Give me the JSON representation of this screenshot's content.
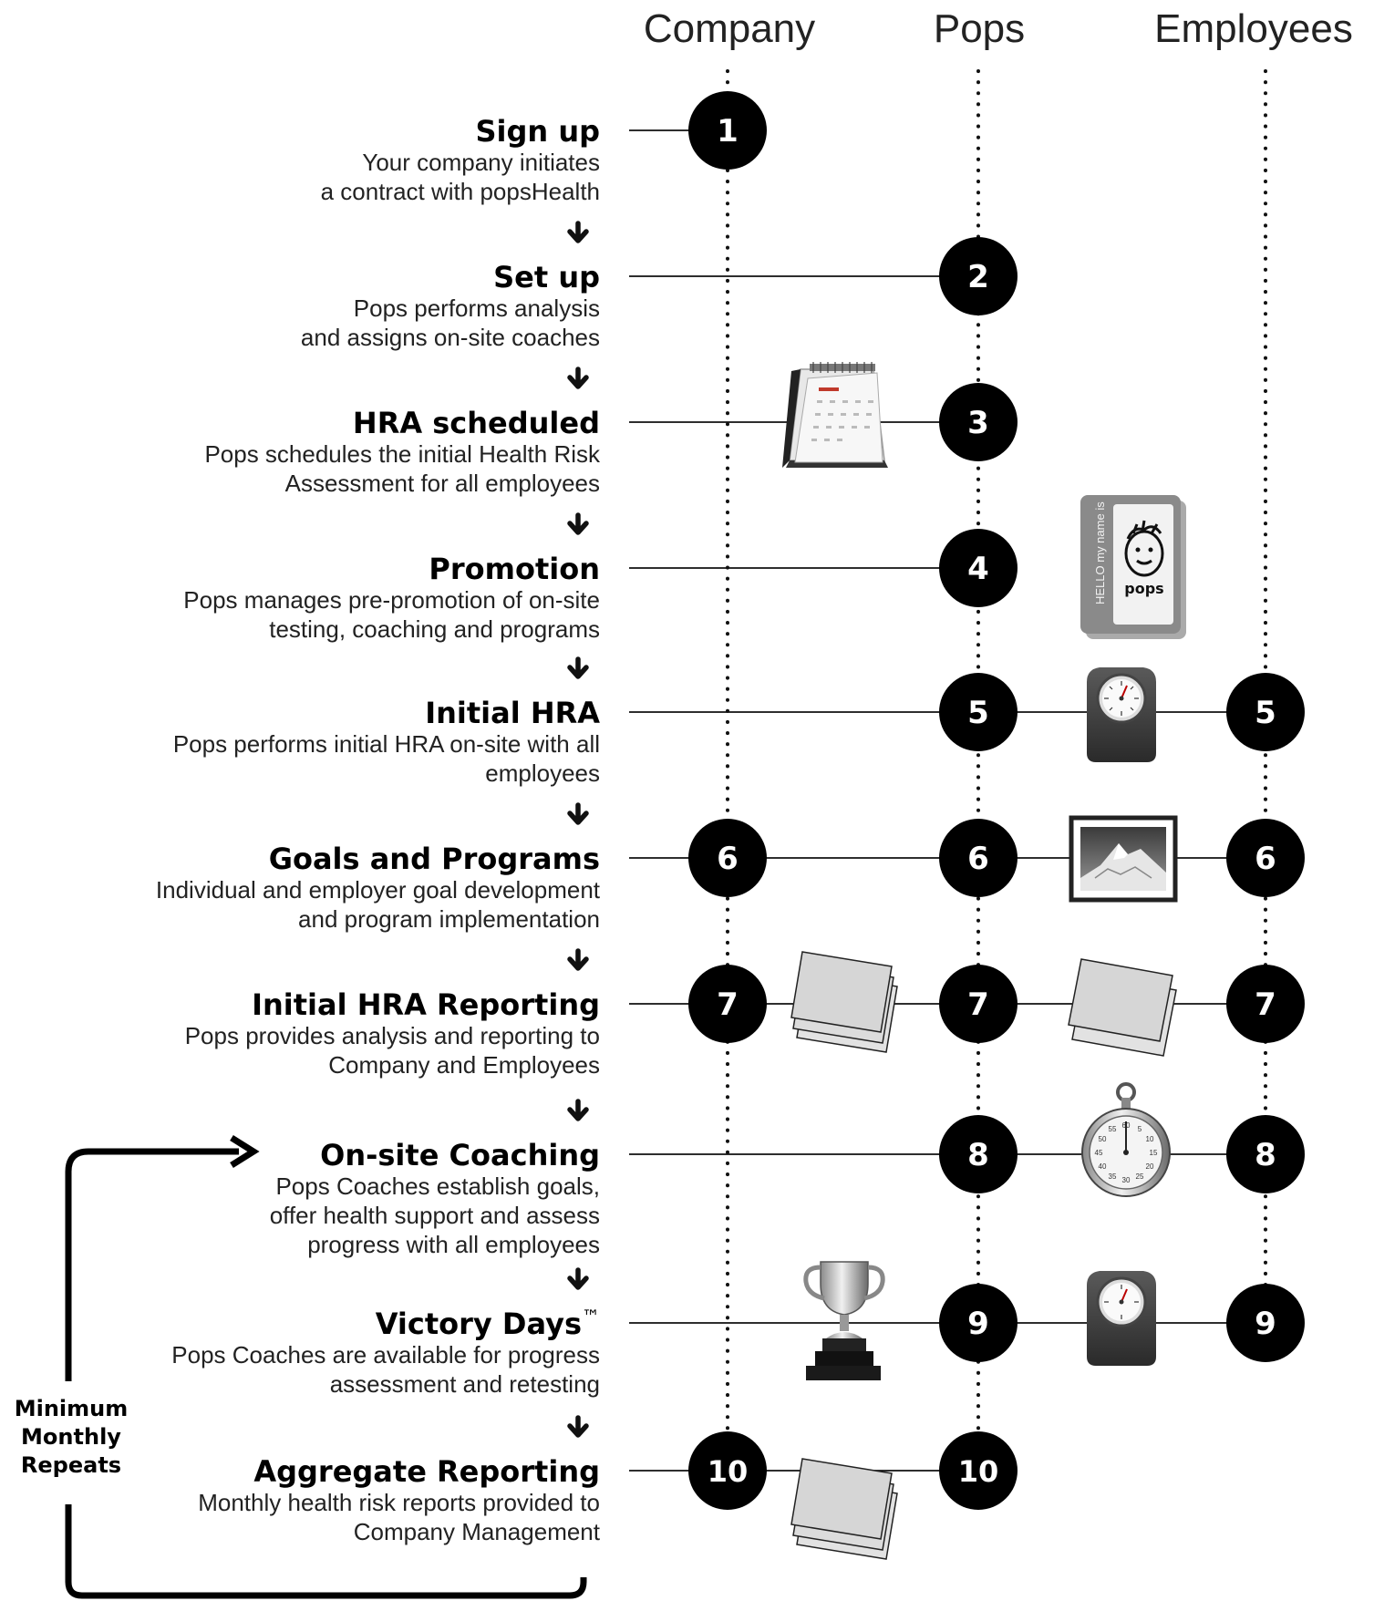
{
  "columns": [
    {
      "key": "company",
      "label": "Company"
    },
    {
      "key": "pops",
      "label": "Pops"
    },
    {
      "key": "employees",
      "label": "Employees"
    }
  ],
  "steps": [
    {
      "number": "1",
      "title": "Sign up",
      "trademark": "",
      "desc": [
        "Your company initiates",
        "a contract with popsHealth"
      ],
      "nodes": [
        "company"
      ],
      "icons": []
    },
    {
      "number": "2",
      "title": "Set up",
      "trademark": "",
      "desc": [
        "Pops performs analysis",
        "and assigns on-site coaches"
      ],
      "nodes": [
        "pops"
      ],
      "icons": []
    },
    {
      "number": "3",
      "title": "HRA scheduled",
      "trademark": "",
      "desc": [
        "Pops schedules  the initial Health Risk",
        "Assessment for all employees"
      ],
      "nodes": [
        "pops"
      ],
      "icons": [
        "calendar-icon"
      ]
    },
    {
      "number": "4",
      "title": "Promotion",
      "trademark": "",
      "desc": [
        "Pops manages pre-promotion of on-site",
        "testing, coaching and programs"
      ],
      "nodes": [
        "pops"
      ],
      "icons": [
        "name-badge-icon"
      ]
    },
    {
      "number": "5",
      "title": "Initial HRA",
      "trademark": "",
      "desc": [
        "Pops performs initial HRA on-site with all",
        "employees"
      ],
      "nodes": [
        "pops",
        "employees"
      ],
      "icons": [
        "scale-icon"
      ]
    },
    {
      "number": "6",
      "title": "Goals and Programs",
      "trademark": "",
      "desc": [
        "Individual and employer goal development",
        "and program implementation"
      ],
      "nodes": [
        "company",
        "pops",
        "employees"
      ],
      "icons": [
        "framed-picture-icon"
      ]
    },
    {
      "number": "7",
      "title": "Initial HRA Reporting",
      "trademark": "",
      "desc": [
        "Pops provides analysis and reporting to",
        "Company and  Employees"
      ],
      "nodes": [
        "company",
        "pops",
        "employees"
      ],
      "icons": [
        "report-stack-icon",
        "report-pair-icon"
      ]
    },
    {
      "number": "8",
      "title": "On-site Coaching",
      "trademark": "",
      "desc": [
        "Pops Coaches establish goals,",
        "offer health support and assess",
        "progress with all employees"
      ],
      "nodes": [
        "pops",
        "employees"
      ],
      "icons": [
        "stopwatch-icon"
      ]
    },
    {
      "number": "9",
      "title": "Victory Days",
      "trademark": "™",
      "desc": [
        "Pops Coaches  are available for progress",
        "assessment and retesting"
      ],
      "nodes": [
        "pops",
        "employees"
      ],
      "icons": [
        "trophy-icon",
        "scale-icon"
      ]
    },
    {
      "number": "10",
      "title": "Aggregate Reporting",
      "trademark": "",
      "desc": [
        "Monthly health risk reports provided to",
        "Company Management"
      ],
      "nodes": [
        "company",
        "pops"
      ],
      "icons": [
        "report-stack-icon"
      ]
    }
  ],
  "badge_text": "HELLO my name is",
  "badge_brand": "pops",
  "stopwatch_marks": [
    "60",
    "5",
    "10",
    "15",
    "20",
    "25",
    "30",
    "35",
    "40",
    "45",
    "50",
    "55"
  ],
  "repeat_label": [
    "Minimum",
    "Monthly",
    "Repeats"
  ],
  "colors": {
    "node": "#000000",
    "line": "#111111",
    "icon_gray": "#d4d4d4",
    "text": "#222222"
  }
}
